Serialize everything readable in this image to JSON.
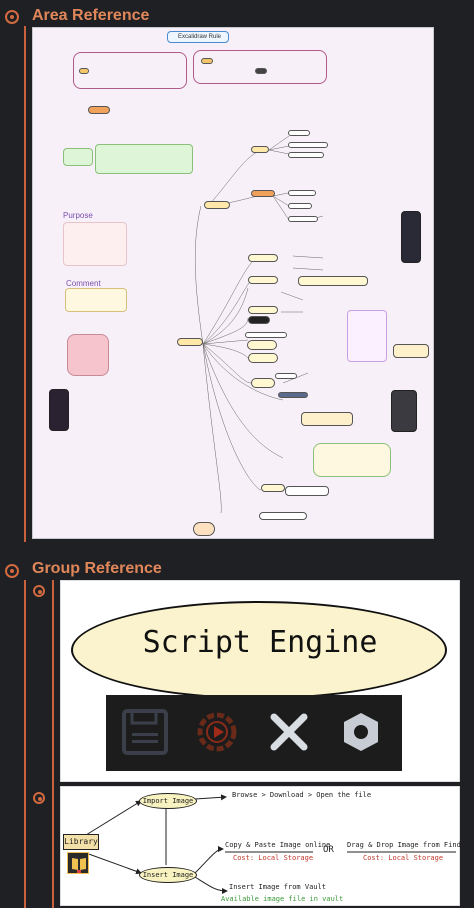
{
  "sections": {
    "area": {
      "title": "Area Reference"
    },
    "group": {
      "title": "Group Reference"
    }
  },
  "area_canvas": {
    "pill": "Excalidraw Rule",
    "purpose_label": "Purpose",
    "comment_label": "Comment"
  },
  "script_engine": {
    "title": "Script Engine",
    "icons": [
      "save-icon",
      "play-gear-icon",
      "close-icon",
      "hexagon-icon"
    ]
  },
  "image_flow": {
    "library": "Library",
    "import_image": "Import Image",
    "browse_path": "Browse > Download > Open the file",
    "insert_image": "Insert Image",
    "copy_paste": "Copy & Paste Image online",
    "or": "OR",
    "drag_drop": "Drag & Drop Image from Finder",
    "cost_left": "Cost: Local Storage",
    "cost_right": "Cost: Local Storage",
    "insert_vault": "Insert Image from Vault",
    "available": "Available image file in vault"
  }
}
